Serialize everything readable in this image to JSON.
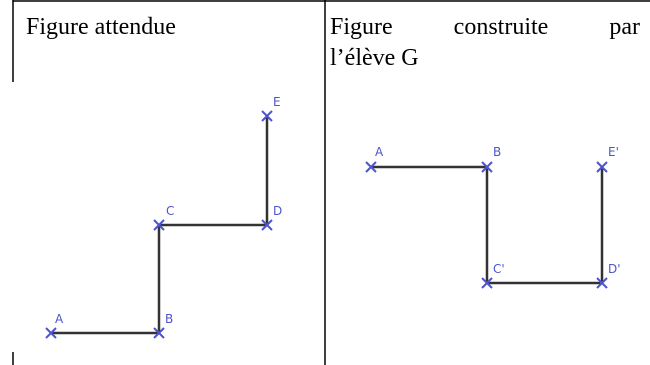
{
  "cells": [
    {
      "title": "Figure attendue"
    },
    {
      "title_line1": "Figure construite par",
      "title_line2": "l’élève G"
    }
  ],
  "figures": [
    {
      "points": [
        {
          "label": "A"
        },
        {
          "label": "B"
        },
        {
          "label": "C"
        },
        {
          "label": "D"
        },
        {
          "label": "E"
        }
      ]
    },
    {
      "points": [
        {
          "label": "A"
        },
        {
          "label": "B"
        },
        {
          "label": "C'"
        },
        {
          "label": "D'"
        },
        {
          "label": "E'"
        }
      ]
    }
  ],
  "colors": {
    "segment": "#333333",
    "point": "#4d55ce",
    "border": "#000000"
  }
}
